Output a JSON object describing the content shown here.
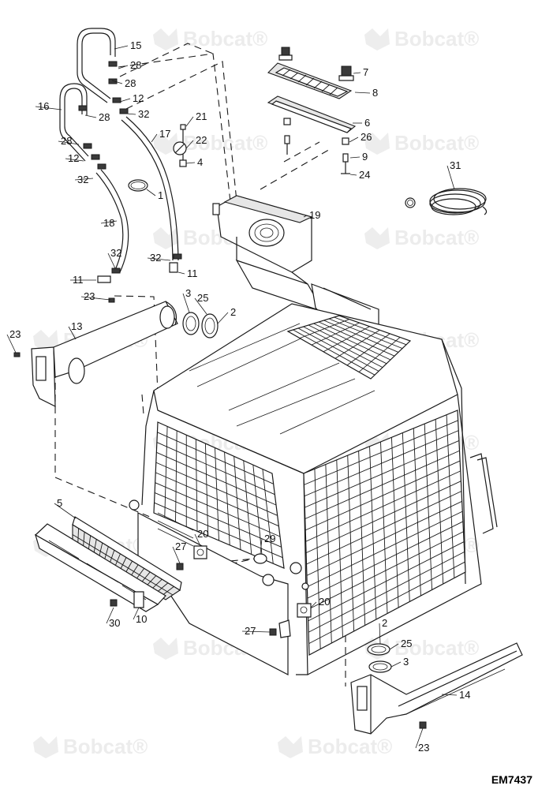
{
  "diagram": {
    "drawing_code": "EM7437",
    "watermark_text": "Bobcat",
    "watermark_mark": "®",
    "colors": {
      "line": "#1a1a1a",
      "watermark": "#ececec",
      "background": "#ffffff"
    },
    "callouts": [
      {
        "id": "c15",
        "label": "15"
      },
      {
        "id": "c28a",
        "label": "28"
      },
      {
        "id": "c28b",
        "label": "28"
      },
      {
        "id": "c16",
        "label": "16"
      },
      {
        "id": "c12a",
        "label": "12"
      },
      {
        "id": "c32a",
        "label": "32"
      },
      {
        "id": "c28c",
        "label": "28"
      },
      {
        "id": "c17",
        "label": "17"
      },
      {
        "id": "c21",
        "label": "21"
      },
      {
        "id": "c28d",
        "label": "28"
      },
      {
        "id": "c22",
        "label": "22"
      },
      {
        "id": "c12b",
        "label": "12"
      },
      {
        "id": "c4",
        "label": "4"
      },
      {
        "id": "c32b",
        "label": "32"
      },
      {
        "id": "c1",
        "label": "1"
      },
      {
        "id": "c18",
        "label": "18"
      },
      {
        "id": "c32c",
        "label": "32"
      },
      {
        "id": "c32d",
        "label": "32"
      },
      {
        "id": "c11a",
        "label": "11"
      },
      {
        "id": "c11b",
        "label": "11"
      },
      {
        "id": "c7",
        "label": "7"
      },
      {
        "id": "c8",
        "label": "8"
      },
      {
        "id": "c6",
        "label": "6"
      },
      {
        "id": "c26",
        "label": "26"
      },
      {
        "id": "c9",
        "label": "9"
      },
      {
        "id": "c24",
        "label": "24"
      },
      {
        "id": "c31",
        "label": "31"
      },
      {
        "id": "c19",
        "label": "19"
      },
      {
        "id": "c23a",
        "label": "23"
      },
      {
        "id": "c3a",
        "label": "3"
      },
      {
        "id": "c25a",
        "label": "25"
      },
      {
        "id": "c2a",
        "label": "2"
      },
      {
        "id": "c23b",
        "label": "23"
      },
      {
        "id": "c13",
        "label": "13"
      },
      {
        "id": "c5",
        "label": "5"
      },
      {
        "id": "c27a",
        "label": "27"
      },
      {
        "id": "c20a",
        "label": "20"
      },
      {
        "id": "c29",
        "label": "29"
      },
      {
        "id": "c30",
        "label": "30"
      },
      {
        "id": "c10",
        "label": "10"
      },
      {
        "id": "c20b",
        "label": "20"
      },
      {
        "id": "c27b",
        "label": "27"
      },
      {
        "id": "c2b",
        "label": "2"
      },
      {
        "id": "c25b",
        "label": "25"
      },
      {
        "id": "c3b",
        "label": "3"
      },
      {
        "id": "c14",
        "label": "14"
      },
      {
        "id": "c23c",
        "label": "23"
      }
    ]
  }
}
